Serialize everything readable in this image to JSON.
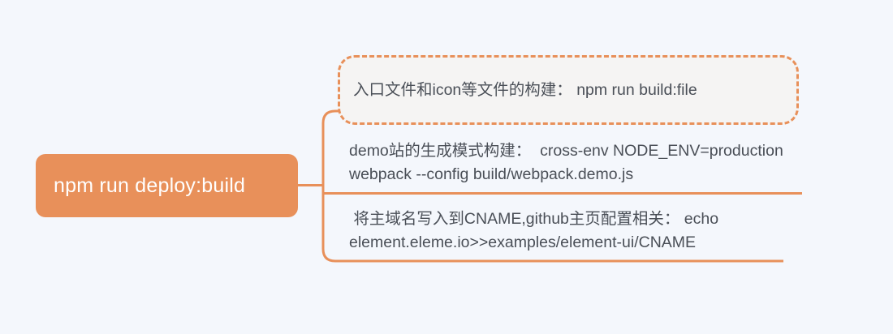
{
  "diagram": {
    "type": "mindmap",
    "orientation": "left-to-right",
    "colors": {
      "background": "#f4f7fc",
      "accent": "#e8905a",
      "root_fill": "#e8905a",
      "root_text": "#ffffff",
      "branch_text": "#4a4f57",
      "highlight_fill": "#f5f4f3",
      "connector": "#e8905a"
    },
    "root": {
      "label": "npm run deploy:build"
    },
    "branches": [
      {
        "id": "branch-1",
        "text": "入口文件和icon等文件的构建： npm run build:file",
        "highlighted": true,
        "border_style": "dashed"
      },
      {
        "id": "branch-2",
        "text": "demo站的生成模式构建：  cross-env NODE_ENV=production webpack --config build/webpack.demo.js",
        "highlighted": false,
        "border_style": "none"
      },
      {
        "id": "branch-3",
        "text": " 将主域名写入到CNAME,github主页配置相关： echo element.eleme.io>>examples/element-ui/CNAME",
        "highlighted": false,
        "border_style": "none"
      }
    ]
  }
}
